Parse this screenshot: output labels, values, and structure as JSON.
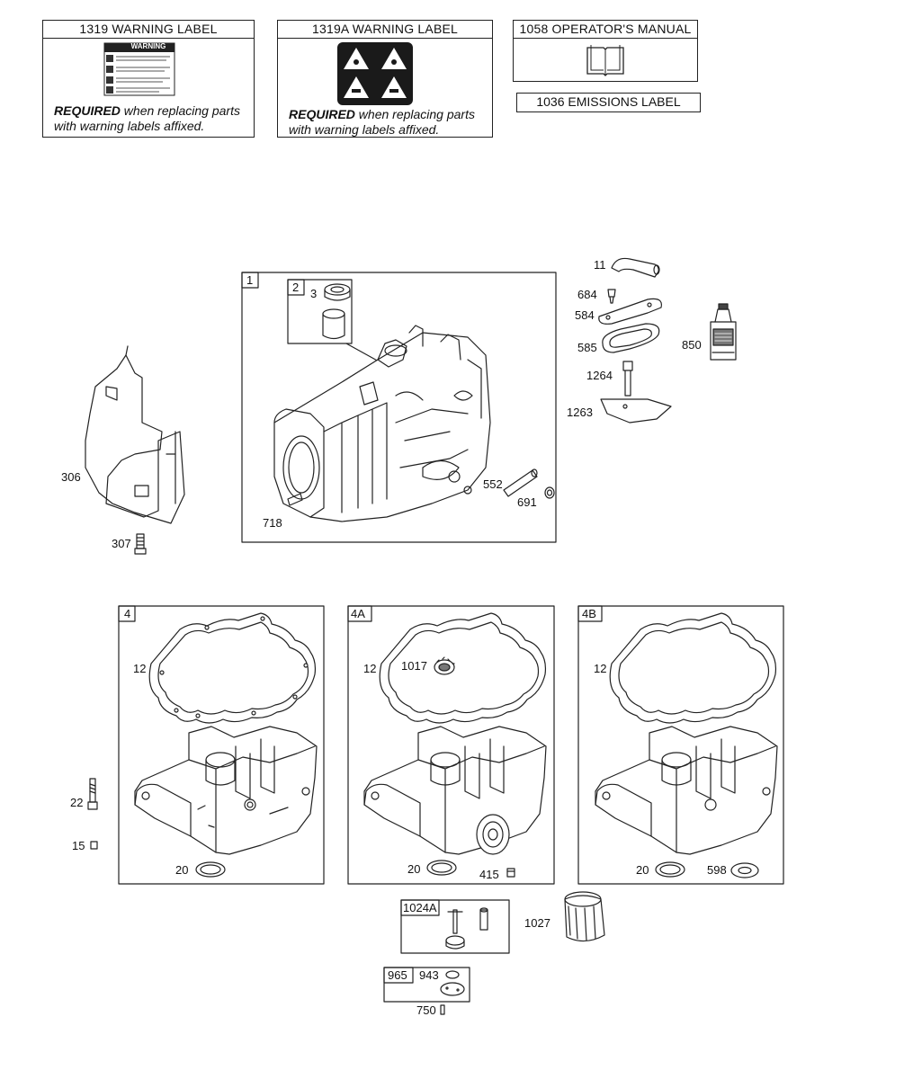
{
  "labels_section": {
    "warning_label": {
      "title": "1319 WARNING LABEL",
      "required_bold": "REQUIRED",
      "required_rest": " when replacing parts",
      "required_line2": "with warning labels affixed.",
      "decal_heading": "WARNING"
    },
    "warning_label_a": {
      "title": "1319A WARNING LABEL",
      "required_bold": "REQUIRED",
      "required_rest": " when replacing parts",
      "required_line2": "with warning labels affixed."
    },
    "operators_manual": {
      "title": "1058 OPERATOR'S MANUAL"
    },
    "emissions_label": {
      "title": "1036 EMISSIONS LABEL"
    }
  },
  "cylinder_group": {
    "box_tag": "1",
    "subbox_tag": "2",
    "callouts": [
      "3",
      "552",
      "691",
      "718"
    ]
  },
  "left_parts": {
    "callouts": [
      "306",
      "307"
    ]
  },
  "right_parts": {
    "callouts": [
      "11",
      "684",
      "584",
      "585",
      "850",
      "1264",
      "1263"
    ]
  },
  "sump_4": {
    "box_tag": "4",
    "callouts": [
      "12",
      "22",
      "15",
      "20"
    ]
  },
  "sump_4a": {
    "box_tag": "4A",
    "callouts": [
      "12",
      "1017",
      "20",
      "415"
    ]
  },
  "sump_4b": {
    "box_tag": "4B",
    "callouts": [
      "12",
      "20",
      "598"
    ]
  },
  "governor_kit": {
    "box_tag": "1024A"
  },
  "filter_part": {
    "callout": "1027"
  },
  "gasket_kit": {
    "box_tag": "965",
    "callouts": [
      "943"
    ]
  },
  "bottom_part": {
    "callout": "750"
  }
}
